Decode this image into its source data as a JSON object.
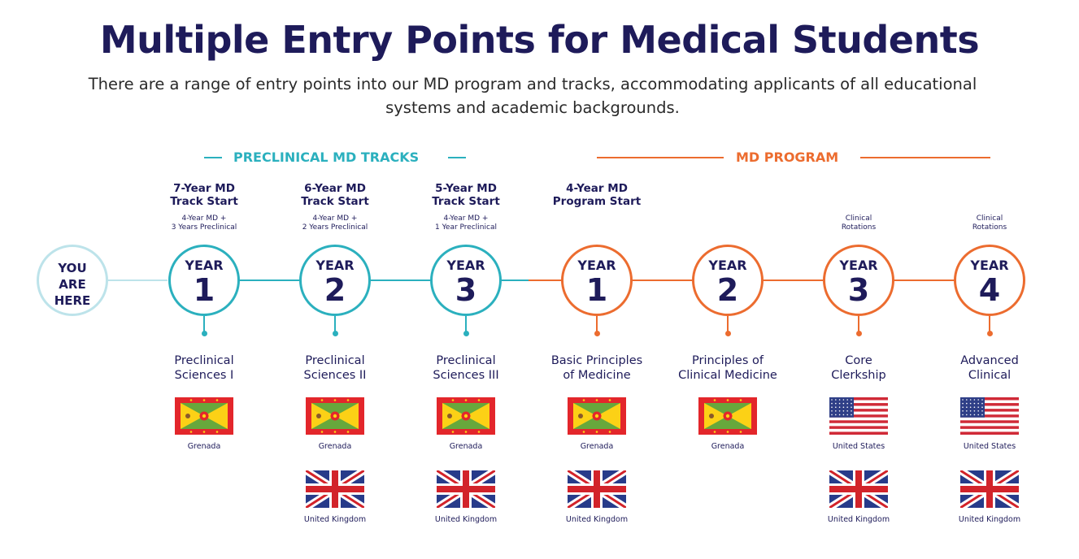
{
  "title": "Multiple Entry Points for Medical Students",
  "subtitle": "There are a range of entry points into our MD program and tracks, accommodating applicants of all educational systems and academic backgrounds.",
  "sections": {
    "preclinical": "PRECLINICAL MD TRACKS",
    "md_program": "MD PROGRAM"
  },
  "you_are_here": [
    "YOU",
    "ARE",
    "HERE"
  ],
  "colors": {
    "navy": "#1e1b5a",
    "teal": "#2bb0be",
    "orange": "#ec6c2f"
  },
  "steps": [
    {
      "year_label": "YEAR",
      "year": "1",
      "top_title": [
        "7-Year MD",
        "Track Start"
      ],
      "top_note": [
        "4-Year MD +",
        "3 Years Preclinical"
      ],
      "course": [
        "Preclinical",
        "Sciences I"
      ],
      "locations": [
        "Grenada"
      ],
      "color": "teal"
    },
    {
      "year_label": "YEAR",
      "year": "2",
      "top_title": [
        "6-Year MD",
        "Track Start"
      ],
      "top_note": [
        "4-Year MD +",
        "2 Years Preclinical"
      ],
      "course": [
        "Preclinical",
        "Sciences II"
      ],
      "locations": [
        "Grenada",
        "United Kingdom"
      ],
      "color": "teal"
    },
    {
      "year_label": "YEAR",
      "year": "3",
      "top_title": [
        "5-Year MD",
        "Track Start"
      ],
      "top_note": [
        "4-Year MD +",
        "1 Year Preclinical"
      ],
      "course": [
        "Preclinical",
        "Sciences III"
      ],
      "locations": [
        "Grenada",
        "United Kingdom"
      ],
      "color": "teal"
    },
    {
      "year_label": "YEAR",
      "year": "1",
      "top_title": [
        "4-Year MD",
        "Program Start"
      ],
      "top_note": [],
      "course": [
        "Basic Principles",
        "of Medicine"
      ],
      "locations": [
        "Grenada",
        "United Kingdom"
      ],
      "color": "orange"
    },
    {
      "year_label": "YEAR",
      "year": "2",
      "top_title": [],
      "top_note": [],
      "course": [
        "Principles of",
        "Clinical Medicine"
      ],
      "locations": [
        "Grenada"
      ],
      "color": "orange"
    },
    {
      "year_label": "YEAR",
      "year": "3",
      "top_title": [],
      "top_note": [
        "Clinical",
        "Rotations"
      ],
      "course": [
        "Core",
        "Clerkship"
      ],
      "locations": [
        "United States",
        "United Kingdom"
      ],
      "color": "orange"
    },
    {
      "year_label": "YEAR",
      "year": "4",
      "top_title": [],
      "top_note": [
        "Clinical",
        "Rotations"
      ],
      "course": [
        "Advanced",
        "Clinical"
      ],
      "locations": [
        "United States",
        "United Kingdom"
      ],
      "color": "orange"
    }
  ],
  "flag_icons": {
    "Grenada": "grenada-flag-icon",
    "United States": "us-flag-icon",
    "United Kingdom": "uk-flag-icon"
  }
}
